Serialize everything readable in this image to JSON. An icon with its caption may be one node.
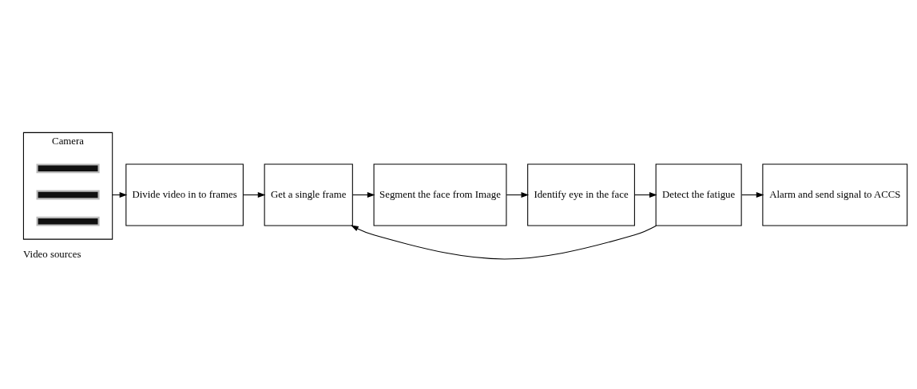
{
  "diagram": {
    "nodes": [
      {
        "text": [
          "Camera"
        ],
        "beside": [
          "Video sources"
        ]
      },
      {
        "text": [],
        "shape": "bar",
        "in": 0
      },
      {
        "text": [],
        "shape": "bar",
        "in": 0
      },
      {
        "text": [],
        "shape": "bar",
        "in": 0
      },
      {
        "text": [
          "Divide video in to frames"
        ]
      },
      {
        "text": [
          "Get a single frame"
        ]
      },
      {
        "text": [
          "Segment the face from Image"
        ]
      },
      {
        "text": [
          "Identify eye in the face"
        ]
      },
      {
        "text": [
          "Detect the fatigue"
        ]
      },
      {
        "text": [
          "Alarm and send signal to ACCS"
        ]
      }
    ],
    "edges": [
      {
        "from": 0,
        "to": 4,
        "arrow": "to"
      },
      {
        "from": 4,
        "to": 5,
        "arrow": "to"
      },
      {
        "from": 5,
        "to": 6,
        "arrow": "to"
      },
      {
        "from": 6,
        "to": 7,
        "arrow": "to"
      },
      {
        "from": 7,
        "to": 8,
        "arrow": "to"
      },
      {
        "from": 8,
        "to": 9,
        "arrow": "to"
      },
      {
        "from": 8,
        "to": 5,
        "arrow": "to"
      }
    ]
  }
}
